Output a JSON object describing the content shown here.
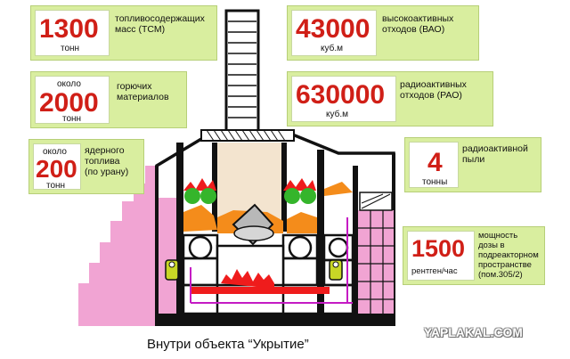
{
  "caption": "Внутри объекта “Укрытие”",
  "watermark": "YAPLAKAL.COM",
  "colors": {
    "card": "#d9ee9f",
    "number": "#d01f17",
    "building": "#111111",
    "fill_pink": "#f1a4d3",
    "fill_beige": "#f3e4cf",
    "fuel_red": "#ef1c1c",
    "fuel_orange": "#f48c1b",
    "green": "#35b52b",
    "silver": "#b8b8b8",
    "purple": "#c51bc4"
  },
  "cards": {
    "tsm": {
      "number": "1300",
      "unit": "тонн",
      "lines": [
        "топливосодержащих",
        "масс (ТСМ)"
      ]
    },
    "combustible": {
      "prefix": "около",
      "number": "2000",
      "unit": "тонн",
      "lines": [
        "горючих",
        "материалов"
      ]
    },
    "fuel": {
      "prefix": "около",
      "number": "200",
      "unit": "тонн",
      "lines": [
        "ядерного",
        "топлива",
        "(по урану)"
      ]
    },
    "hlw": {
      "number": "43000",
      "unit": "куб.м",
      "lines": [
        "высокоактивных",
        "отходов (ВАО)"
      ]
    },
    "rw": {
      "number": "630000",
      "unit": "куб.м",
      "lines": [
        "радиоактивных",
        "отходов (РАО)"
      ]
    },
    "dust": {
      "number": "4",
      "unit": "тонны",
      "lines": [
        "радиоактивной",
        "пыли"
      ]
    },
    "dose": {
      "number": "1500",
      "unit": "рентген/час",
      "lines": [
        "мощность",
        "дозы в",
        "подреакторном",
        "пространстве",
        "(пом.305/2)"
      ]
    }
  }
}
